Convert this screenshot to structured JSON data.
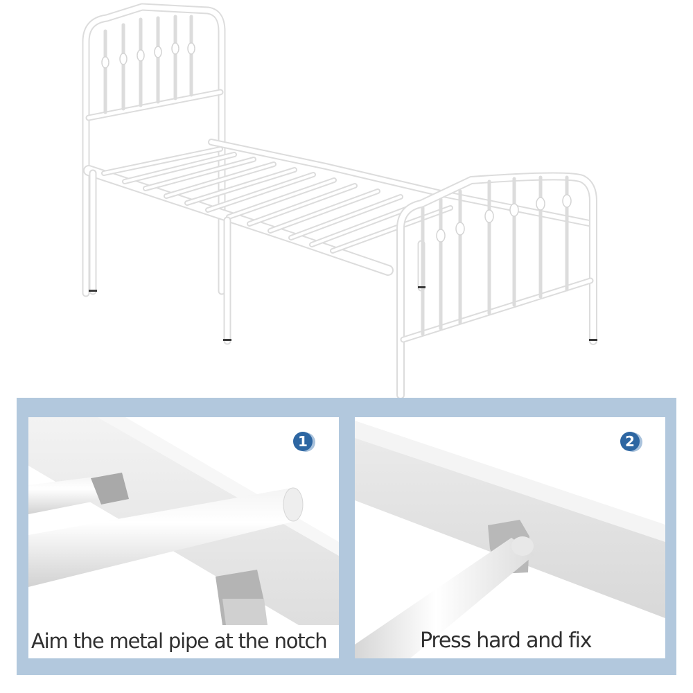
{
  "product": {
    "name": "White metal twin bed frame with headboard and footboard",
    "color": "#ffffff"
  },
  "instructions": {
    "frame_color": "#b2c8dd",
    "badge_color": "#2d66a2",
    "steps": [
      {
        "number": "1",
        "caption": "Aim the metal pipe at the notch"
      },
      {
        "number": "2",
        "caption": "Press hard and fix"
      }
    ]
  }
}
